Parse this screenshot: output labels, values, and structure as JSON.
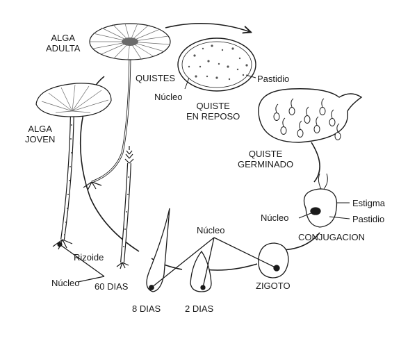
{
  "labels": {
    "alga_adulta": [
      "ALGA",
      "ADULTA"
    ],
    "quistes": "QUISTES",
    "pastidio_top": "Pastidio",
    "nucleo_quiste": "Núcleo",
    "quiste_reposo": [
      "QUISTE",
      "EN REPOSO"
    ],
    "alga_joven": [
      "ALGA",
      "JOVEN"
    ],
    "quiste_germinado": [
      "QUISTE",
      "GERMINADO"
    ],
    "estigma": "Estigma",
    "nucleo_gameto": "Núcleo",
    "pastidio_gameto": "Pastidio",
    "conjugacion": "CONJUGACION",
    "nucleo_center": "Núcleo",
    "rizoide": "Rizoide",
    "nucleo_bottom": "Núcleo",
    "dias_60": "60 DIAS",
    "zigoto": "ZIGOTO",
    "dias_8": "8 DIAS",
    "dias_2": "2 DIAS"
  },
  "colors": {
    "ink": "#1a1a1a",
    "paper": "#ffffff",
    "shade": "#6b6b6b"
  }
}
